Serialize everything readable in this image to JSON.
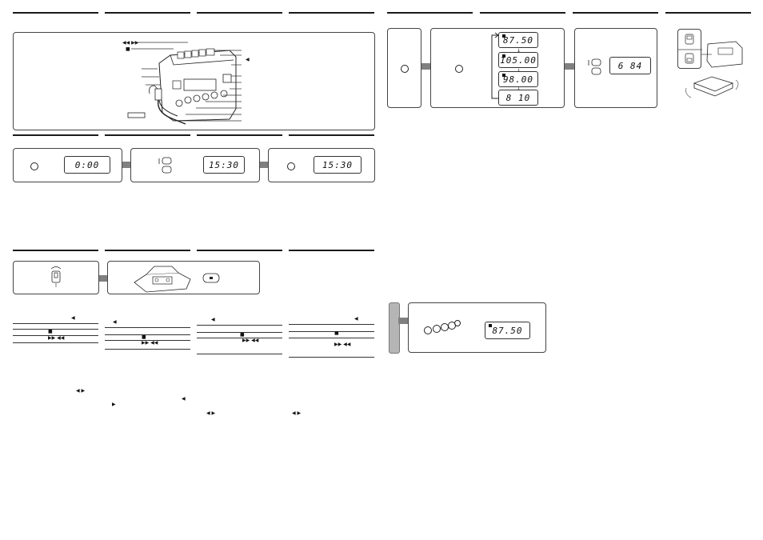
{
  "symbols": {
    "rewind_ff": "◀◀ ▶▶",
    "stop": "■",
    "play": "◀",
    "ff_rew": "▶▶ ◀◀",
    "fwd_back": "◀ ▶",
    "fwd": "▶",
    "down_arrow": "↓"
  },
  "displays": {
    "clock_blinking": "0:00",
    "clock_set_blinking": "15:30",
    "clock_set": "15:30",
    "preset_1": "87.50",
    "preset_2": "105.00",
    "preset_3": "98.00",
    "preset_4": "8 10",
    "station_am": "6 84",
    "preset_bottom": "87.50"
  },
  "colors": {
    "accent_arrow": "#808080",
    "tab_gray": "#b5b5b5"
  }
}
